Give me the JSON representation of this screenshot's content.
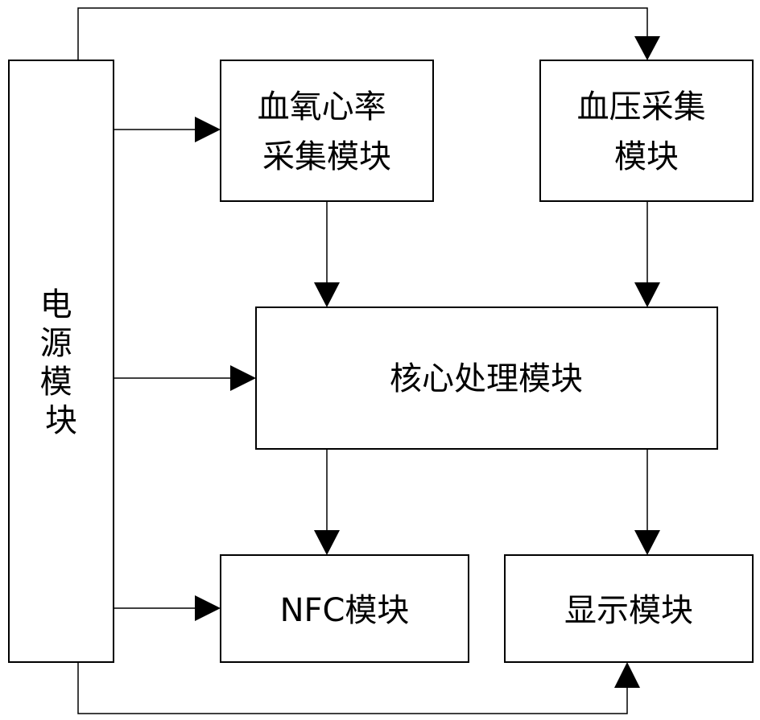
{
  "nodes": {
    "power": {
      "lines": [
        "电",
        "源",
        "模",
        "块"
      ]
    },
    "spo2_hr": {
      "lines": [
        "血氧心率",
        "采集模块"
      ]
    },
    "bp": {
      "lines": [
        "血压采集",
        "模块"
      ]
    },
    "core": {
      "lines": [
        "核心处理模块"
      ]
    },
    "nfc": {
      "lines": [
        "NFC模块"
      ]
    },
    "display": {
      "lines": [
        "显示模块"
      ]
    }
  },
  "connections": [
    {
      "from": "power",
      "to": "bp"
    },
    {
      "from": "power",
      "to": "spo2_hr"
    },
    {
      "from": "power",
      "to": "core"
    },
    {
      "from": "power",
      "to": "nfc"
    },
    {
      "from": "power",
      "to": "display"
    },
    {
      "from": "spo2_hr",
      "to": "core"
    },
    {
      "from": "bp",
      "to": "core"
    },
    {
      "from": "core",
      "to": "nfc"
    },
    {
      "from": "core",
      "to": "display"
    }
  ]
}
